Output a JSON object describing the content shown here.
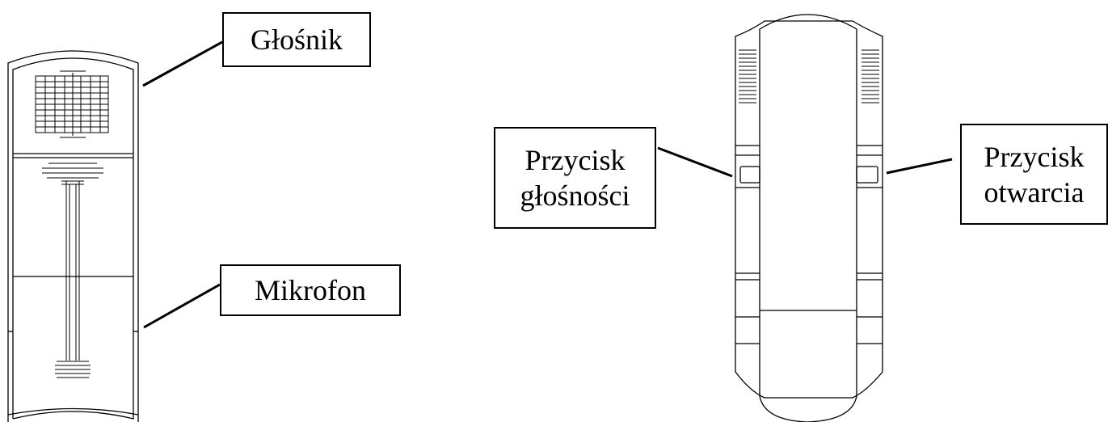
{
  "labels": {
    "speaker": "Głośnik",
    "microphone": "Mikrofon",
    "volume_line1": "Przycisk",
    "volume_line2": "głośności",
    "open_line1": "Przycisk",
    "open_line2": "otwarcia"
  },
  "colors": {
    "line": "#000000",
    "background": "#ffffff"
  }
}
